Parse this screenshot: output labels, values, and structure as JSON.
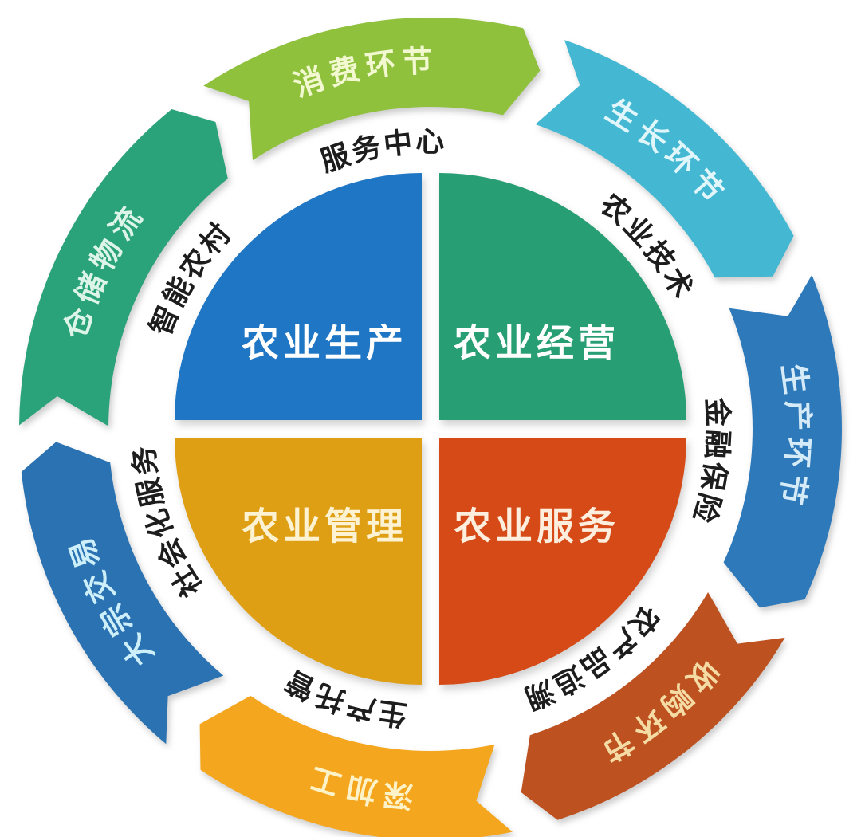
{
  "diagram": {
    "background_color": "#ffffff",
    "middle_label_color": "#1d1d1d",
    "quadrants": [
      {
        "id": "agriculture-production",
        "label": "农业生产",
        "color": "#1e76c4",
        "text_color": "#ffffff",
        "position": "top-left"
      },
      {
        "id": "agriculture-operation",
        "label": "农业经营",
        "color": "#279e74",
        "text_color": "#ffffff",
        "position": "top-right"
      },
      {
        "id": "agriculture-management",
        "label": "农业管理",
        "color": "#df9f15",
        "text_color": "#fdf3d2",
        "position": "bottom-left"
      },
      {
        "id": "agriculture-service",
        "label": "农业服务",
        "color": "#d54a17",
        "text_color": "#fdeede",
        "position": "bottom-right"
      }
    ],
    "middle_labels": [
      {
        "id": "service-center",
        "label": "服务中心",
        "angle": -9.5
      },
      {
        "id": "agri-technology",
        "label": "农业技术",
        "angle": 50
      },
      {
        "id": "finance-insurance",
        "label": "金融保险",
        "angle": 96.5
      },
      {
        "id": "product-traceability",
        "label": "农产品追溯",
        "angle": 145
      },
      {
        "id": "production-trusteeship",
        "label": "生产托管",
        "angle": 197.5
      },
      {
        "id": "socialized-services",
        "label": "社会化服务",
        "angle": 251
      },
      {
        "id": "smart-rural",
        "label": "智能农村",
        "angle": 302
      }
    ],
    "outer_arcs": [
      {
        "id": "consumption-stage",
        "label": "消费环节",
        "color": "#8fc13d",
        "text_color": "#f2f8d0",
        "start": -33.5,
        "end": 13
      },
      {
        "id": "growth-stage",
        "label": "生长环节",
        "color": "#44b8d2",
        "text_color": "#e0f6fa",
        "start": 19,
        "end": 62
      },
      {
        "id": "production-stage",
        "label": "生产环节",
        "color": "#2d79ba",
        "text_color": "#d5ebf7",
        "start": 68,
        "end": 114.5
      },
      {
        "id": "purchase-stage",
        "label": "收购环节",
        "color": "#bd5120",
        "text_color": "#f4dca4",
        "start": 120.5,
        "end": 162
      },
      {
        "id": "deep-processing",
        "label": "深加工",
        "color": "#f4a71e",
        "text_color": "#fdf2c8",
        "start": 168.5,
        "end": 214
      },
      {
        "id": "bulk-trading",
        "label": "大宗交易",
        "color": "#2a72b2",
        "text_color": "#cdeffa",
        "start": 220,
        "end": 264
      },
      {
        "id": "warehousing-logistics",
        "label": "仓储物流",
        "color": "#2ba37a",
        "text_color": "#ddf4e8",
        "start": 270.5,
        "end": 321
      }
    ]
  }
}
